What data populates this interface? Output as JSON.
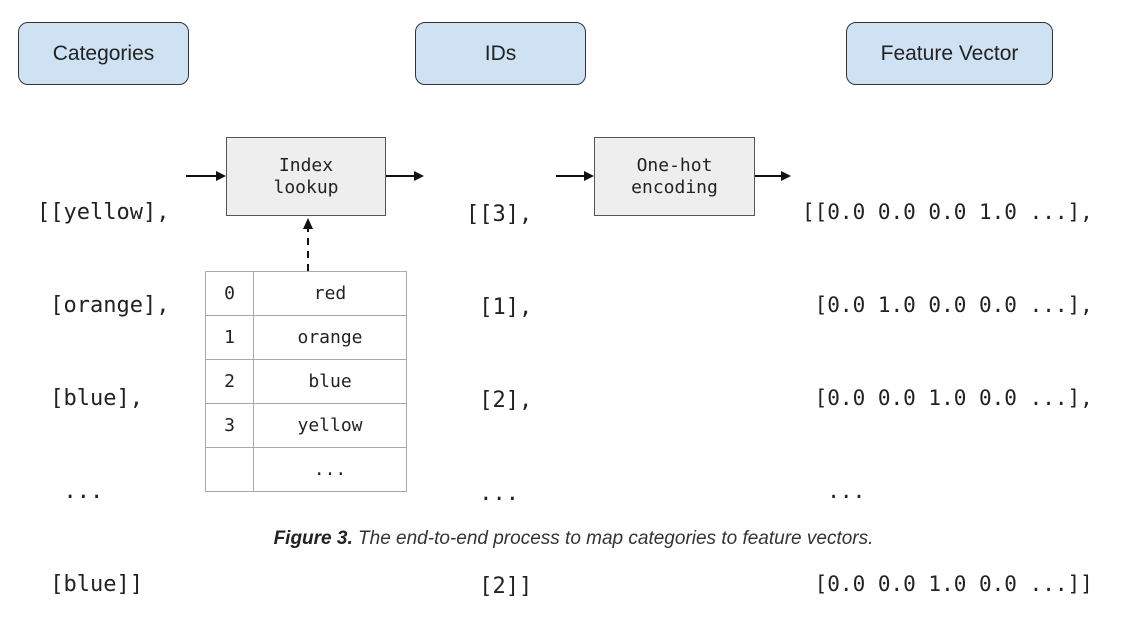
{
  "headers": {
    "categories": "Categories",
    "ids": "IDs",
    "feature_vector": "Feature Vector"
  },
  "categories_list": [
    "[[yellow],",
    " [orange],",
    " [blue],",
    "  ...",
    " [blue]]"
  ],
  "index_lookup": {
    "line1": "Index",
    "line2": "lookup"
  },
  "ids_list": [
    "[[3],",
    " [1],",
    " [2],",
    " ...",
    " [2]]"
  ],
  "one_hot": {
    "line1": "One-hot",
    "line2": "encoding"
  },
  "feature_vectors": [
    "[[0.0 0.0 0.0 1.0 ...],",
    " [0.0 1.0 0.0 0.0 ...],",
    " [0.0 0.0 1.0 0.0 ...],",
    "  ...",
    " [0.0 0.0 1.0 0.0 ...]]"
  ],
  "lookup_table": [
    {
      "index": "0",
      "value": "red"
    },
    {
      "index": "1",
      "value": "orange"
    },
    {
      "index": "2",
      "value": "blue"
    },
    {
      "index": "3",
      "value": "yellow"
    },
    {
      "index": "",
      "value": "..."
    }
  ],
  "caption": {
    "label": "Figure 3.",
    "text": " The end-to-end process to map categories to feature vectors."
  }
}
